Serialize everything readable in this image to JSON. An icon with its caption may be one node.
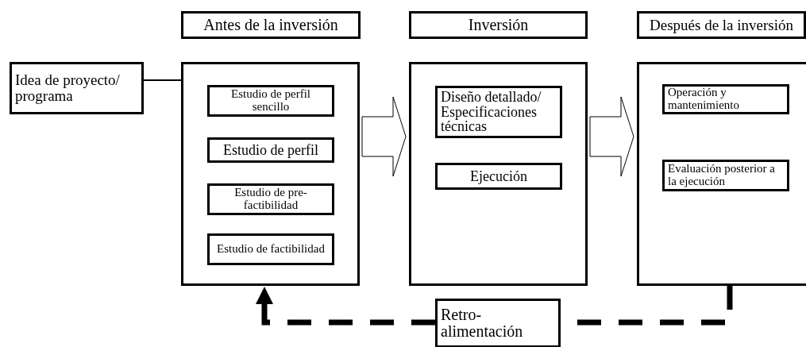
{
  "diagram": {
    "nodes": [
      {
        "text": [
          "Antes de la inversión"
        ]
      },
      {
        "text": [
          "Inversión"
        ]
      },
      {
        "text": [
          "Después de la inversión"
        ]
      },
      {
        "text": [
          "Idea de proyecto/ programa"
        ]
      },
      {
        "text": [],
        "shape": "box"
      },
      {
        "text": [
          "Estudio de perfil sencillo"
        ],
        "in": 4
      },
      {
        "text": [
          "Estudio de perfil"
        ],
        "in": 4
      },
      {
        "text": [
          "Estudio de pre-factibilidad"
        ],
        "in": 4
      },
      {
        "text": [
          "Estudio de factibilidad"
        ],
        "in": 4
      },
      {
        "text": [],
        "shape": "box"
      },
      {
        "text": [
          "Diseño detallado/ Especificaciones técnicas"
        ],
        "in": 9
      },
      {
        "text": [
          "Ejecución"
        ],
        "in": 9
      },
      {
        "text": [],
        "shape": "box"
      },
      {
        "text": [
          "Operación y mantenimiento"
        ],
        "in": 12
      },
      {
        "text": [
          "Evaluación posterior a la ejecución"
        ],
        "in": 12
      },
      {
        "text": [
          "Retro- alimentación"
        ]
      }
    ],
    "edges": [
      {
        "from": 3,
        "to": 4,
        "arrow": "none"
      },
      {
        "from": 4,
        "to": 9,
        "arrow": "to"
      },
      {
        "from": 9,
        "to": 12,
        "arrow": "to"
      },
      {
        "from": 12,
        "to": 15,
        "arrow": "none",
        "style": "dashed"
      },
      {
        "from": 15,
        "to": 4,
        "arrow": "to",
        "style": "dashed"
      }
    ]
  }
}
